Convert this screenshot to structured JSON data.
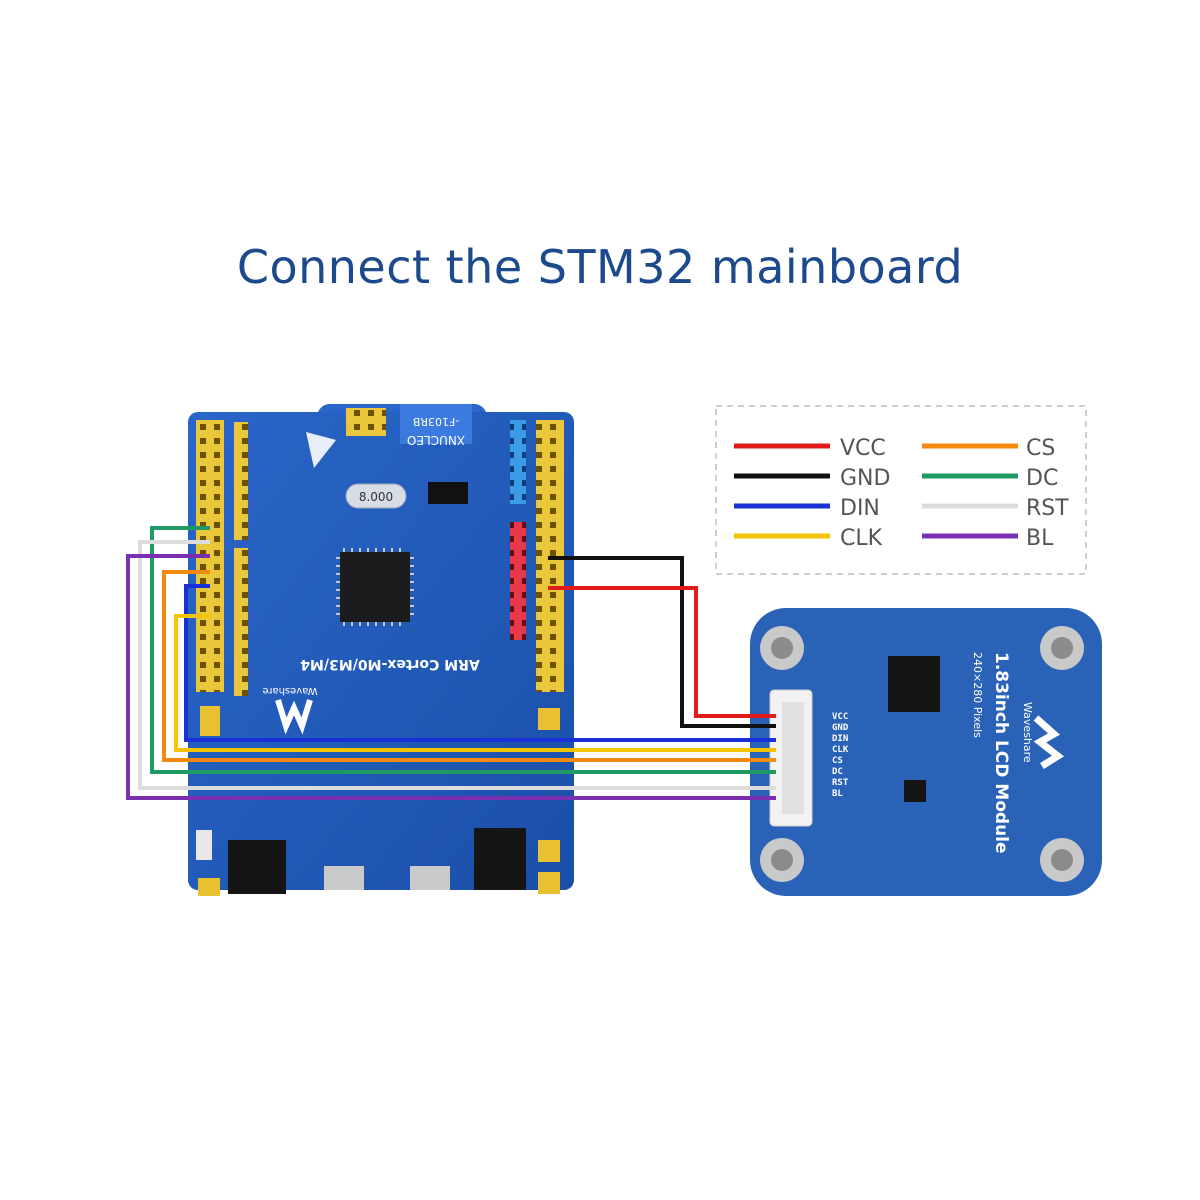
{
  "title": "Connect the STM32 mainboard",
  "legend": [
    {
      "label": "VCC",
      "color": "#e11b1b"
    },
    {
      "label": "GND",
      "color": "#111111"
    },
    {
      "label": "DIN",
      "color": "#1930d8"
    },
    {
      "label": "CLK",
      "color": "#f5c400"
    },
    {
      "label": "CS",
      "color": "#f28a10"
    },
    {
      "label": "DC",
      "color": "#1f9a64"
    },
    {
      "label": "RST",
      "color": "#dcdcdc"
    },
    {
      "label": "BL",
      "color": "#7a2fb0"
    }
  ],
  "board": {
    "name": "ARM Cortex-M0/M3/M4",
    "brand": "Waveshare",
    "series": "XNUCLEO",
    "chip": "-F103RB",
    "crystal": "8.000"
  },
  "lcd": {
    "name": "1.83inch LCD Module",
    "resolution": "240×280 Pixels",
    "brand": "Waveshare",
    "pins": [
      "VCC",
      "GND",
      "DIN",
      "CLK",
      "CS",
      "DC",
      "RST",
      "BL"
    ]
  }
}
